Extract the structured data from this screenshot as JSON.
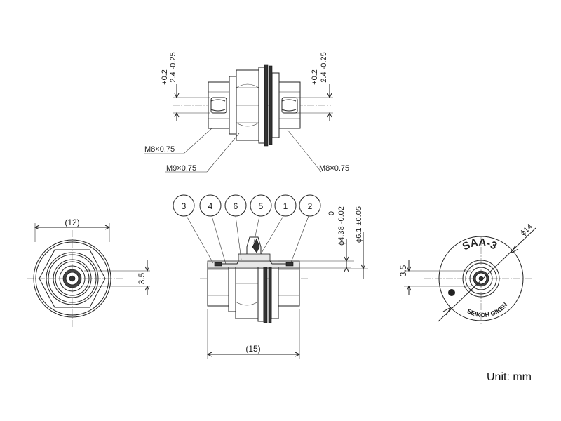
{
  "drawing": {
    "unit_note": "Unit: mm",
    "top_view": {
      "tolerance_left": {
        "upper": "+0.2",
        "lower": "2.4 -0.25"
      },
      "tolerance_right": {
        "upper": "+0.2",
        "lower": "2.4 -0.25"
      },
      "thread_left": "M8×0.75",
      "thread_middle": "M9×0.75",
      "thread_right": "M8×0.75"
    },
    "left_view": {
      "width_dim": "(12)",
      "height_dim": "3.5"
    },
    "section_view": {
      "balloons": [
        "3",
        "4",
        "6",
        "5",
        "1",
        "2"
      ],
      "length_dim": "(15)",
      "bore_tol_zero": "0",
      "bore_dim": "ϕ4.38 -0.02",
      "outer_dim": "ϕ6.1 ±0.05"
    },
    "right_view": {
      "height_dim": "3.5",
      "dia_dim": "ϕ14",
      "marking_model": "SAA-3",
      "marking_brand": "SEIKOH GIKEN"
    }
  }
}
